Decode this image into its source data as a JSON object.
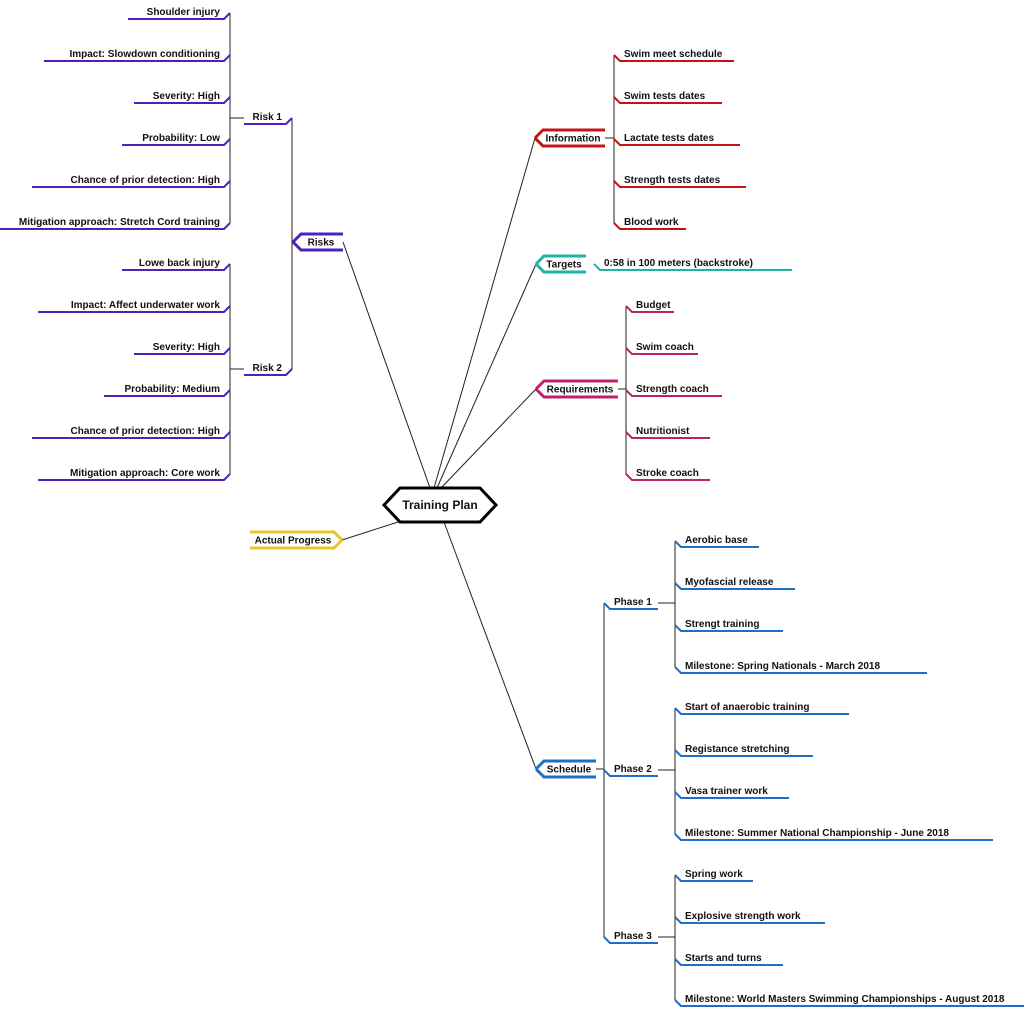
{
  "root": {
    "label": "Training Plan"
  },
  "branches": {
    "risks": {
      "label": "Risks",
      "color": "#4f1fc0",
      "risk1": {
        "label": "Risk 1",
        "items": [
          "Shoulder injury",
          "Impact: Slowdown conditioning",
          "Severity: High",
          "Probability: Low",
          "Chance of prior detection: High",
          "Mitigation approach: Stretch Cord training"
        ]
      },
      "risk2": {
        "label": "Risk 2",
        "items": [
          "Lowe back injury",
          "Impact: Affect underwater work",
          "Severity: High",
          "Probability: Medium",
          "Chance of prior detection: High",
          "Mitigation approach: Core work"
        ]
      }
    },
    "actual_progress": {
      "label": "Actual Progress",
      "color": "#e8c81e"
    },
    "information": {
      "label": "Information",
      "color": "#c41414",
      "items": [
        "Swim meet schedule",
        "Swim tests dates",
        "Lactate tests dates",
        "Strength tests dates",
        "Blood work"
      ]
    },
    "targets": {
      "label": "Targets",
      "color": "#1cb5a8",
      "items": [
        "0:58 in 100 meters (backstroke)"
      ]
    },
    "requirements": {
      "label": "Requirements",
      "color": "#c0206a",
      "items": [
        "Budget",
        "Swim coach",
        "Strength coach",
        "Nutritionist",
        "Stroke coach"
      ]
    },
    "schedule": {
      "label": "Schedule",
      "color": "#1e6fc8",
      "phase1": {
        "label": "Phase 1",
        "items": [
          "Aerobic base",
          "Myofascial release",
          "Strengt training",
          "Milestone: Spring Nationals - March 2018"
        ]
      },
      "phase2": {
        "label": "Phase 2",
        "items": [
          "Start of anaerobic training",
          "Registance stretching",
          "Vasa trainer work",
          "Milestone: Summer National Championship - June 2018"
        ]
      },
      "phase3": {
        "label": "Phase 3",
        "items": [
          "Spring work",
          "Explosive strength work",
          "Starts and turns",
          "Milestone: World Masters Swimming Championships - August 2018"
        ]
      }
    }
  }
}
